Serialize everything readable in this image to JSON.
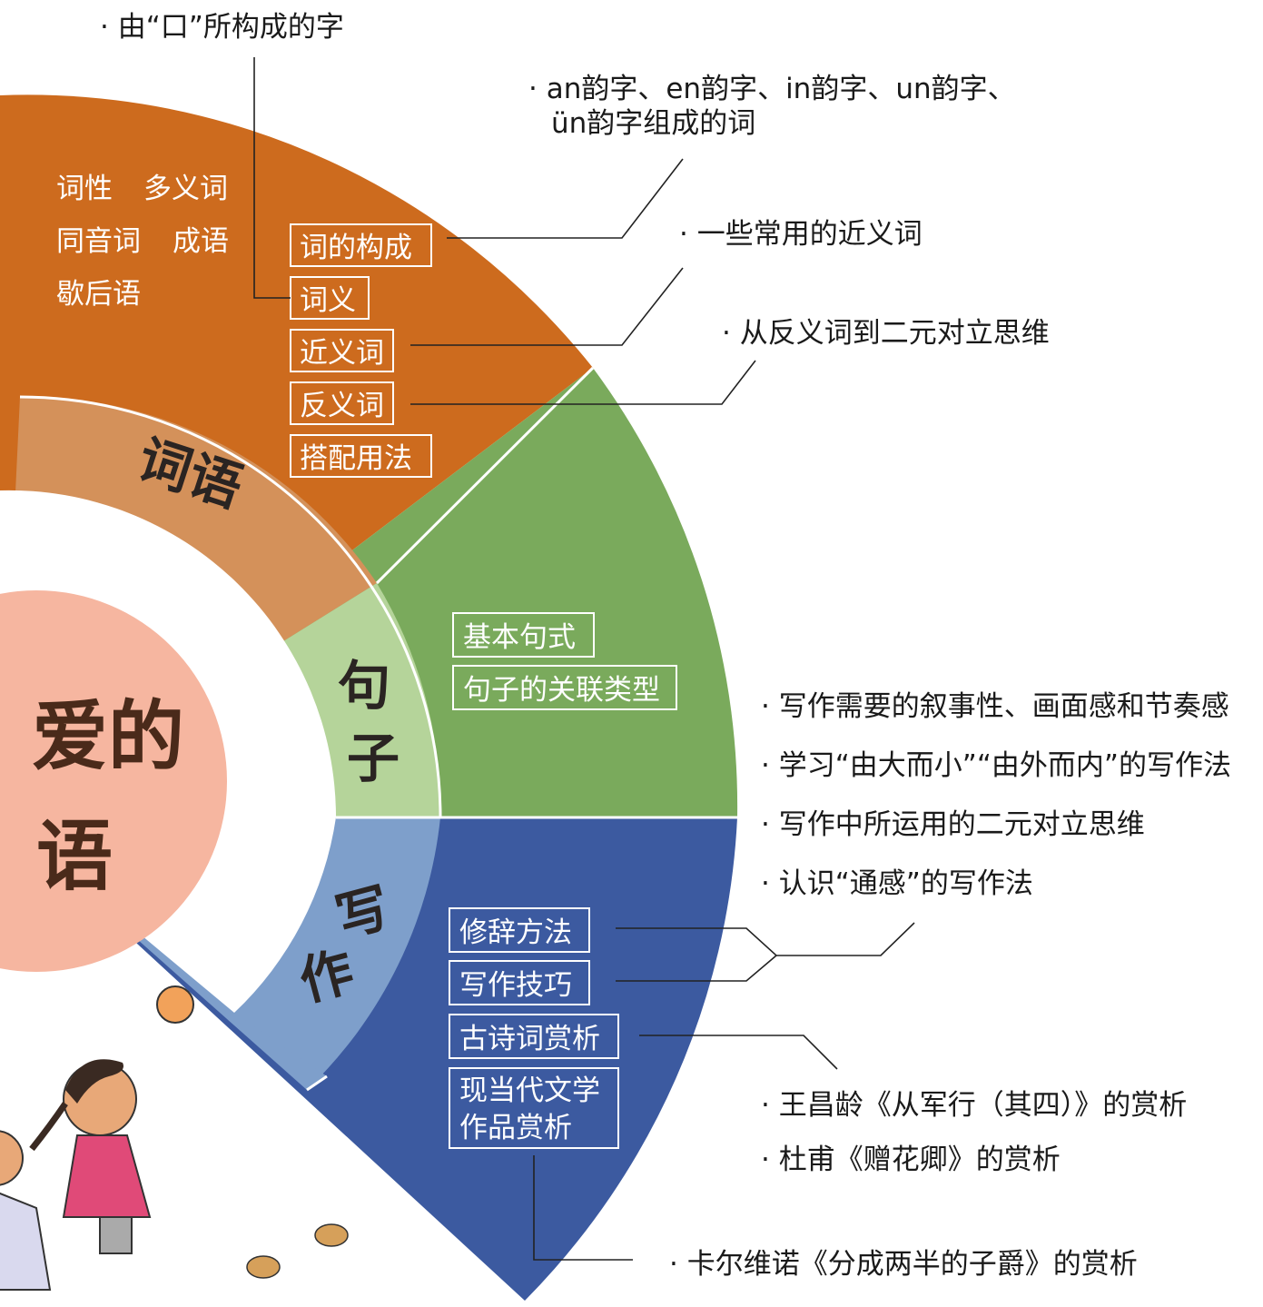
{
  "center": {
    "line1": "爱的",
    "line2": "语"
  },
  "sections": {
    "ciyu": {
      "label": "词语",
      "color": "#cd6b1e",
      "inner_color": "#d4915a",
      "plain_terms": [
        "词性",
        "多义词",
        "同音词",
        "成语",
        "歇后语"
      ],
      "tags": [
        "词的构成",
        "词义",
        "近义词",
        "反义词",
        "搭配用法"
      ]
    },
    "juzi": {
      "label": "句子",
      "color": "#7aaa5c",
      "inner_color": "#b5d49a",
      "tags": [
        "基本句式",
        "句子的关联类型"
      ]
    },
    "xiezuo": {
      "label": "写作",
      "color": "#3c5aa0",
      "inner_color": "#7e9fcb",
      "tags": [
        "修辞方法",
        "写作技巧",
        "古诗词赏析",
        "现当代文学",
        "作品赏析"
      ]
    }
  },
  "notes": {
    "top": "· 由“口”所构成的字",
    "rhyme1": "· an韵字、en韵字、in韵字、un韵字、",
    "rhyme2": "ün韵字组成的词",
    "synonym": "· 一些常用的近义词",
    "antonym": "· 从反义词到二元对立思维",
    "writing": [
      "· 写作需要的叙事性、画面感和节奏感",
      "· 学习“由大而小”“由外而内”的写作法",
      "· 写作中所运用的二元对立思维",
      "· 认识“通感”的写作法"
    ],
    "poem": [
      "· 王昌龄《从军行（其四）》的赏析",
      "· 杜甫《赠花卿》的赏析"
    ],
    "modern": "· 卡尔维诺《分成两半的子爵》的赏析"
  },
  "colors": {
    "crimson": "#b3305a",
    "pink": "#d78fb6",
    "center": "#f6b6a0"
  }
}
